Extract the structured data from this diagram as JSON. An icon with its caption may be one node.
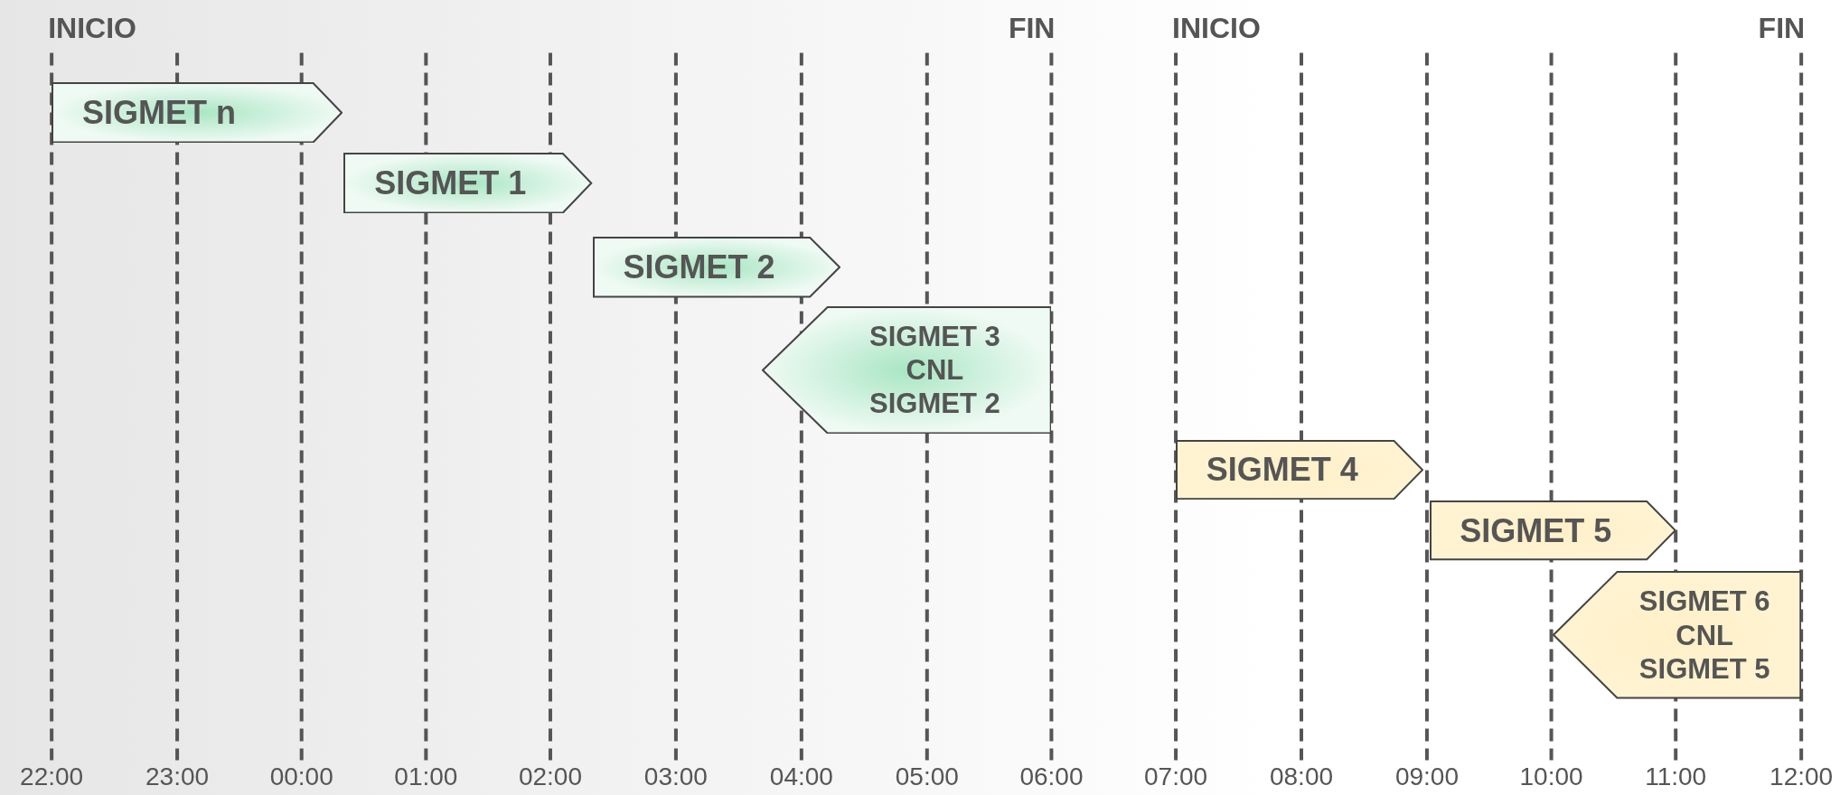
{
  "diagram": {
    "nodes": [
      {
        "text": [
          "SIGMET n"
        ]
      },
      {
        "text": [
          "SIGMET 1"
        ]
      },
      {
        "text": [
          "SIGMET 2"
        ]
      },
      {
        "text": [
          "SIGMET 3",
          "CNL",
          "SIGMET 2"
        ]
      },
      {
        "text": [
          "SIGMET 4"
        ]
      },
      {
        "text": [
          "SIGMET 5"
        ]
      },
      {
        "text": [
          "SIGMET 6",
          "CNL",
          "SIGMET 5"
        ]
      }
    ],
    "labels": [
      "INICIO",
      "FIN",
      "INICIO",
      "FIN",
      "22:00",
      "23:00",
      "00:00",
      "01:00",
      "02:00",
      "03:00",
      "04:00",
      "05:00",
      "06:00",
      "07:00",
      "08:00",
      "09:00",
      "10:00",
      "11:00",
      "12:00"
    ]
  }
}
